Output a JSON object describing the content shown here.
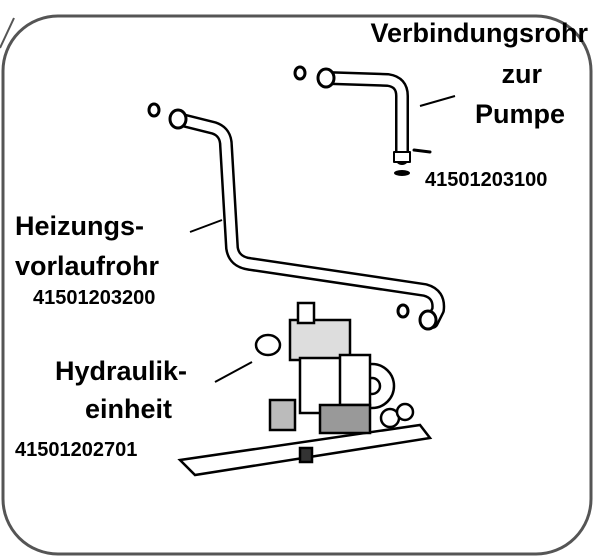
{
  "parts": [
    {
      "name_lines": [
        "Verbindungsrohr",
        "zur",
        "Pumpe"
      ],
      "part_number": "41501203100"
    },
    {
      "name_lines": [
        "Heizungs-",
        "vorlaufrohr"
      ],
      "part_number": "41501203200"
    },
    {
      "name_lines": [
        "Hydraulik-",
        "einheit"
      ],
      "part_number": "41501202701"
    }
  ]
}
